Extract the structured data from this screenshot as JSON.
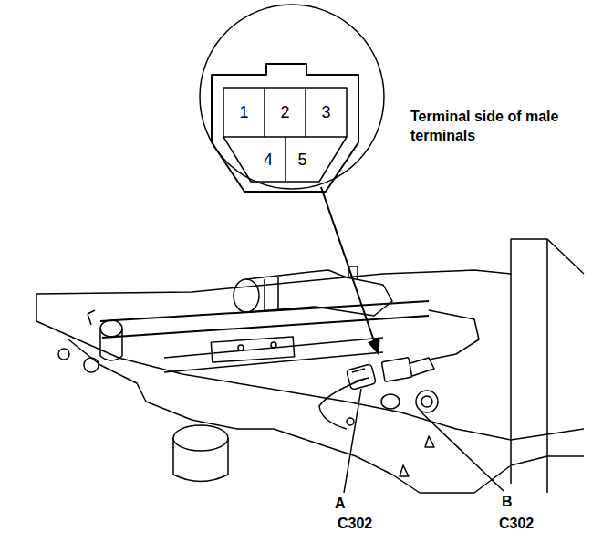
{
  "diagram": {
    "nodes": [
      {
        "text": [
          "1"
        ]
      },
      {
        "text": [
          "2"
        ]
      },
      {
        "text": [
          "3"
        ]
      },
      {
        "text": [
          "4"
        ]
      },
      {
        "text": [
          "5"
        ]
      }
    ],
    "labels": [
      "Terminal side of male terminals",
      "A",
      "C302",
      "B",
      "C302"
    ]
  }
}
